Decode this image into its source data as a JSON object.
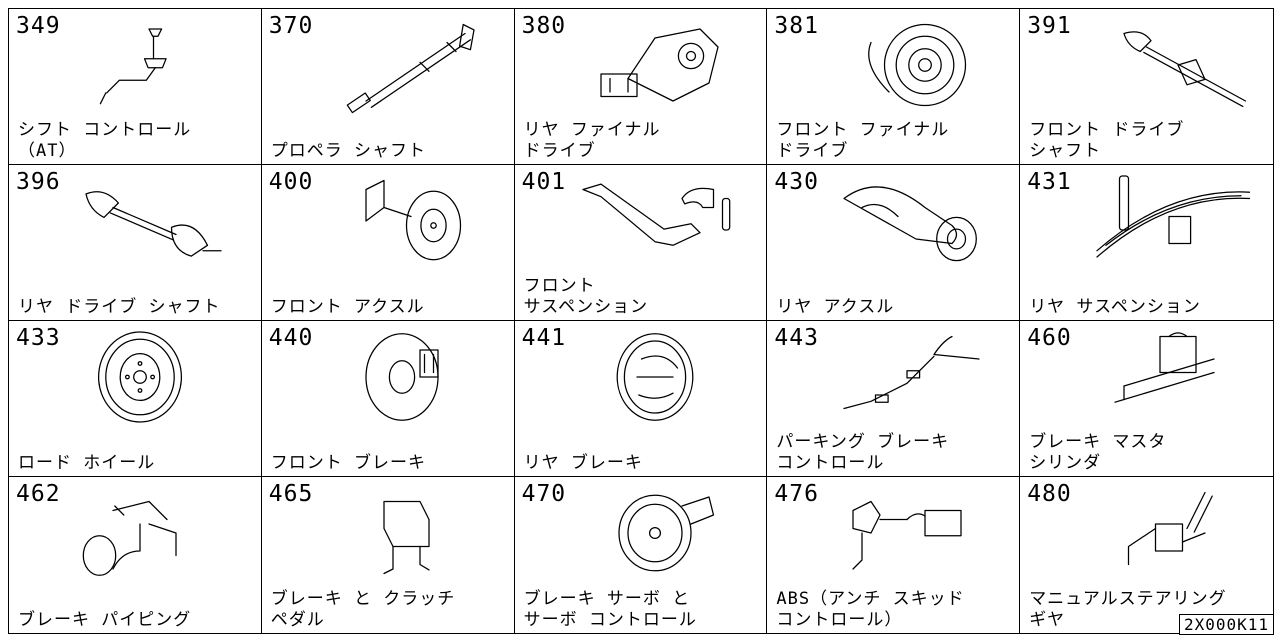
{
  "cells": [
    {
      "num": "349",
      "lines": [
        "シフト コントロール",
        "（AT）"
      ],
      "icon": "shift-lever-icon"
    },
    {
      "num": "370",
      "lines": [
        "プロペラ シャフト"
      ],
      "icon": "propeller-shaft-icon"
    },
    {
      "num": "380",
      "lines": [
        "リヤ ファイナル",
        "ドライブ"
      ],
      "icon": "rear-final-drive-icon"
    },
    {
      "num": "381",
      "lines": [
        "フロント ファイナル",
        "ドライブ"
      ],
      "icon": "front-final-drive-icon"
    },
    {
      "num": "391",
      "lines": [
        "フロント ドライブ",
        "シャフト"
      ],
      "icon": "front-drive-shaft-icon"
    },
    {
      "num": "396",
      "lines": [
        "リヤ ドライブ シャフト"
      ],
      "icon": "rear-drive-shaft-icon"
    },
    {
      "num": "400",
      "lines": [
        "フロント アクスル"
      ],
      "icon": "front-axle-icon"
    },
    {
      "num": "401",
      "lines": [
        "フロント",
        "サスペンション"
      ],
      "icon": "front-suspension-icon"
    },
    {
      "num": "430",
      "lines": [
        "リヤ アクスル"
      ],
      "icon": "rear-axle-icon"
    },
    {
      "num": "431",
      "lines": [
        "リヤ サスペンション"
      ],
      "icon": "rear-suspension-icon"
    },
    {
      "num": "433",
      "lines": [
        "ロード ホイール"
      ],
      "icon": "road-wheel-icon"
    },
    {
      "num": "440",
      "lines": [
        "フロント ブレーキ"
      ],
      "icon": "front-brake-icon"
    },
    {
      "num": "441",
      "lines": [
        "リヤ ブレーキ"
      ],
      "icon": "rear-brake-icon"
    },
    {
      "num": "443",
      "lines": [
        "パーキング ブレーキ",
        "コントロール"
      ],
      "icon": "parking-brake-icon"
    },
    {
      "num": "460",
      "lines": [
        "ブレーキ マスタ",
        "シリンダ"
      ],
      "icon": "master-cylinder-icon"
    },
    {
      "num": "462",
      "lines": [
        "ブレーキ パイピング"
      ],
      "icon": "brake-piping-icon"
    },
    {
      "num": "465",
      "lines": [
        "ブレーキ と クラッチ",
        "ペダル"
      ],
      "icon": "pedal-icon"
    },
    {
      "num": "470",
      "lines": [
        "ブレーキ サーボ と",
        "サーボ コントロール"
      ],
      "icon": "brake-servo-icon"
    },
    {
      "num": "476",
      "lines": [
        "ABS（アンチ スキッド",
        "コントロール）"
      ],
      "icon": "abs-unit-icon"
    },
    {
      "num": "480",
      "lines": [
        "マニュアルステアリング",
        "ギヤ"
      ],
      "icon": "steering-gear-icon"
    }
  ],
  "footer_code": "2X000K11"
}
